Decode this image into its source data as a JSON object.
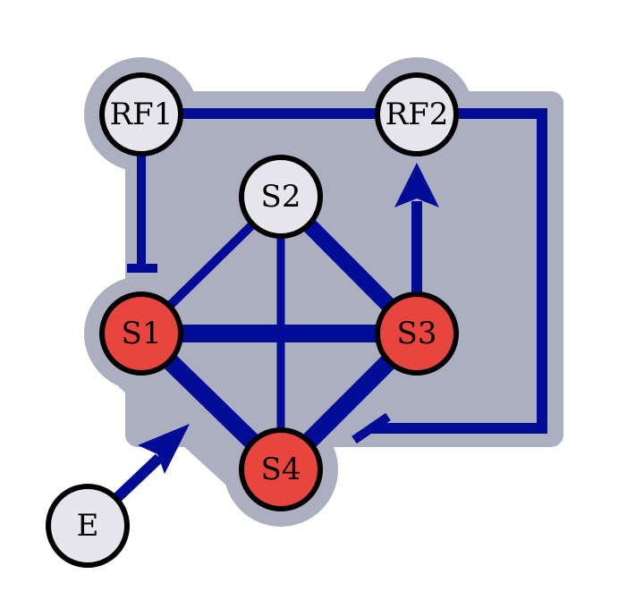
{
  "colors": {
    "background": "#ffffff",
    "halo": "#acafc0",
    "edge": "#000c96",
    "node_active": "#e8453f",
    "node_inactive": "#e6e6ec",
    "node_border": "#000000",
    "label": "#000000"
  },
  "nodes": {
    "rf1": {
      "label": "RF1",
      "state": "inactive"
    },
    "rf2": {
      "label": "RF2",
      "state": "inactive"
    },
    "s1": {
      "label": "S1",
      "state": "active"
    },
    "s2": {
      "label": "S2",
      "state": "inactive"
    },
    "s3": {
      "label": "S3",
      "state": "active"
    },
    "s4": {
      "label": "S4",
      "state": "active"
    },
    "e": {
      "label": "E",
      "state": "inactive"
    }
  },
  "edges": [
    {
      "from": "RF1",
      "to": "RF2",
      "type": "link"
    },
    {
      "from": "RF1",
      "to": "S1",
      "type": "inhibition"
    },
    {
      "from": "S3",
      "to": "RF2",
      "type": "activation"
    },
    {
      "from": "RF2",
      "to": "S4",
      "type": "inhibition"
    },
    {
      "from": "E",
      "to": "S4",
      "type": "activation"
    },
    {
      "from": "S1",
      "to": "S2",
      "type": "link"
    },
    {
      "from": "S1",
      "to": "S3",
      "type": "link"
    },
    {
      "from": "S1",
      "to": "S4",
      "type": "link"
    },
    {
      "from": "S2",
      "to": "S3",
      "type": "link"
    },
    {
      "from": "S2",
      "to": "S4",
      "type": "link"
    },
    {
      "from": "S3",
      "to": "S4",
      "type": "link"
    }
  ]
}
